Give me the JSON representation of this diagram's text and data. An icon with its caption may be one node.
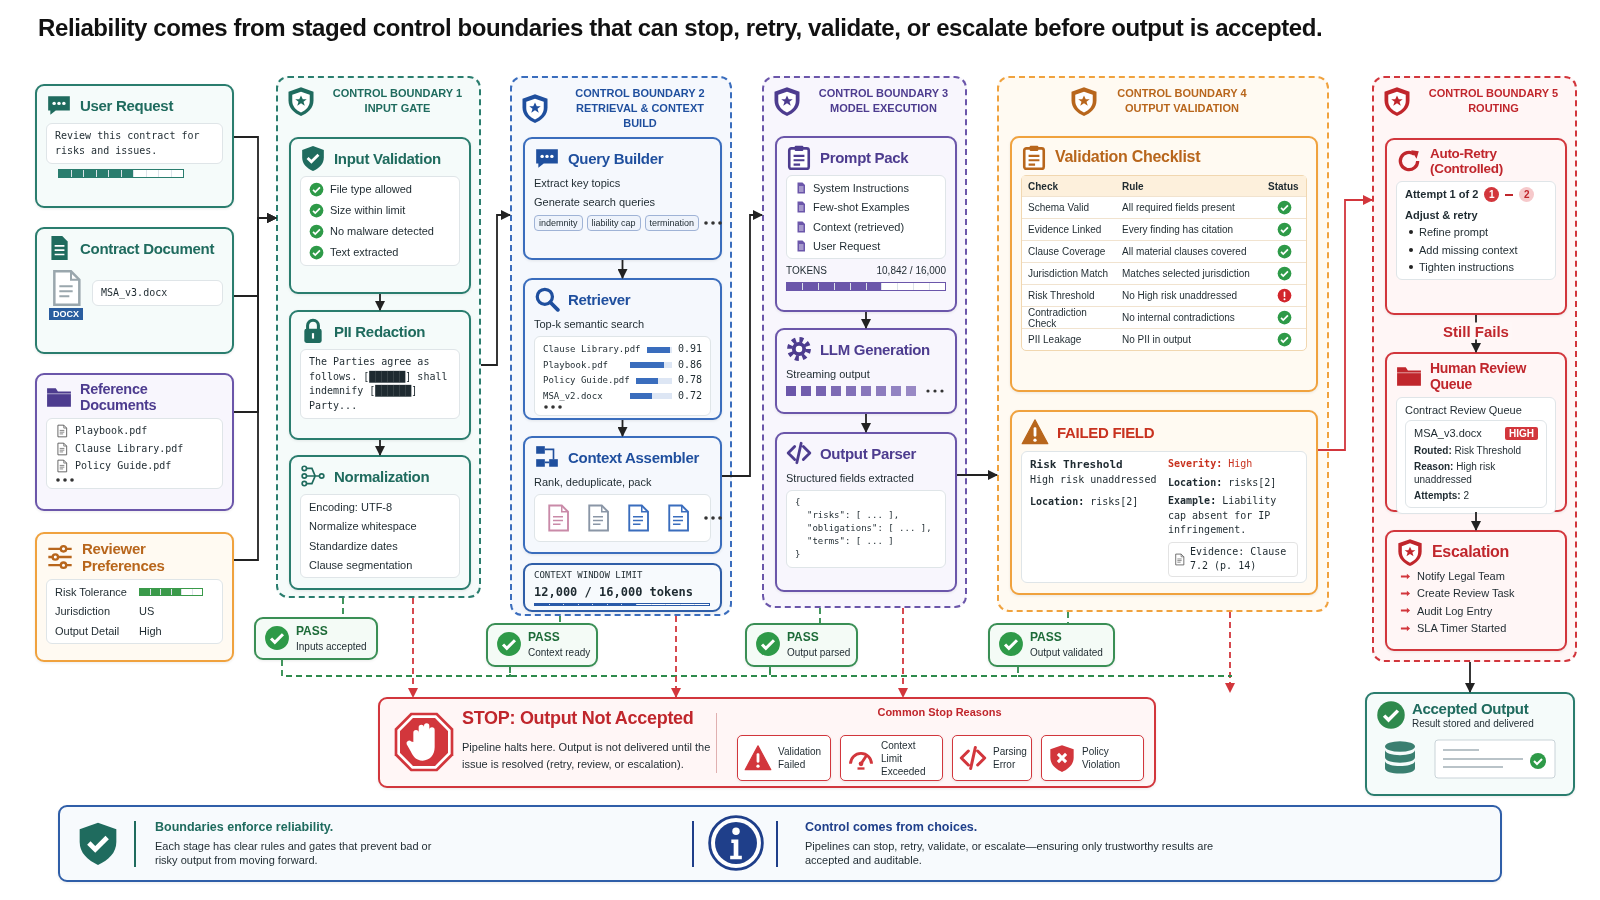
{
  "diagram": {
    "title": "Reliability comes from staged control boundaries that can stop, retry, validate, or escalate before output is accepted.",
    "nodes": [
      {
        "text": [
          "User Request",
          "Review this contract for risks and issues."
        ]
      },
      {
        "text": [
          "Contract Document",
          "DOCX",
          "MSA_v3.docx"
        ]
      },
      {
        "text": [
          "Reference Documents",
          "Playbook.pdf",
          "Clause Library.pdf",
          "Policy Guide.pdf"
        ]
      },
      {
        "text": [
          "Reviewer Preferences",
          "Risk Tolerance",
          "Jurisdiction",
          "US",
          "Output Detail",
          "High"
        ]
      },
      {
        "text": [
          "CONTROL BOUNDARY 1 INPUT GATE"
        ]
      },
      {
        "text": [
          "Input Validation",
          "File type allowed",
          "Size within limit",
          "No malware detected",
          "Text extracted"
        ],
        "in": 4
      },
      {
        "text": [
          "PII Redaction",
          "The Parties agree as follows. [██████] shall indemnify [██████] Party..."
        ],
        "in": 4
      },
      {
        "text": [
          "Normalization",
          "Encoding: UTF-8",
          "Normalize whitespace",
          "Standardize dates",
          "Clause segmentation"
        ],
        "in": 4
      },
      {
        "text": [
          "PASS",
          "Inputs accepted"
        ]
      },
      {
        "text": [
          "CONTROL BOUNDARY 2 RETRIEVAL & CONTEXT BUILD"
        ]
      },
      {
        "text": [
          "Query Builder",
          "Extract key topics",
          "Generate search queries",
          "indemnity",
          "liability cap",
          "termination"
        ],
        "in": 9
      },
      {
        "text": [
          "Retriever",
          "Top-k semantic search",
          "Clause Library.pdf",
          "0.91",
          "Playbook.pdf",
          "0.86",
          "Policy Guide.pdf",
          "0.78",
          "MSA_v2.docx",
          "0.72"
        ],
        "in": 9
      },
      {
        "text": [
          "Context Assembler",
          "Rank, deduplicate, pack"
        ],
        "in": 9
      },
      {
        "text": [
          "CONTEXT WINDOW LIMIT",
          "12,000 / 16,000 tokens"
        ],
        "in": 9
      },
      {
        "text": [
          "PASS",
          "Context ready"
        ]
      },
      {
        "text": [
          "CONTROL BOUNDARY 3 MODEL EXECUTION"
        ]
      },
      {
        "text": [
          "Prompt Pack",
          "System Instructions",
          "Few-shot Examples",
          "Context (retrieved)",
          "User Request",
          "TOKENS",
          "10,842 / 16,000"
        ],
        "in": 15
      },
      {
        "text": [
          "LLM Generation",
          "Streaming output"
        ],
        "in": 15
      },
      {
        "text": [
          "Output Parser",
          "Structured fields extracted",
          "{",
          "\"risks\": [ ... ],",
          "\"obligations\": [ ... ],",
          "\"terms\": [ ... ]",
          "}"
        ],
        "in": 15
      },
      {
        "text": [
          "PASS",
          "Output parsed"
        ]
      },
      {
        "text": [
          "CONTROL BOUNDARY 4 OUTPUT VALIDATION"
        ]
      },
      {
        "text": [
          "Validation Checklist",
          "Check",
          "Rule",
          "Status",
          "Schema Valid",
          "All required fields present",
          "Evidence Linked",
          "Every finding has citation",
          "Clause Coverage",
          "All material clauses covered",
          "Jurisdiction Match",
          "Matches selected jurisdiction",
          "Risk Threshold",
          "No High risk unaddressed",
          "Contradiction Check",
          "No internal contradictions",
          "PII Leakage",
          "No PII in output"
        ],
        "in": 20
      },
      {
        "text": [
          "FAILED FIELD",
          "Risk Threshold",
          "High risk unaddressed",
          "**Location:** risks[2]",
          "**Severity:** High",
          "**Location:** risks[2]",
          "**Example:** Liability cap absent for IP infringement.",
          "Evidence: Clause 7.2 (p. 14)"
        ],
        "in": 20
      },
      {
        "text": [
          "PASS",
          "Output validated"
        ]
      },
      {
        "text": [
          "CONTROL BOUNDARY 5 ROUTING"
        ]
      },
      {
        "text": [
          "Auto-Retry (Controlled)",
          "Attempt 1 of 2",
          "1",
          "2",
          "Adjust & retry",
          "Refine prompt",
          "Add missing context",
          "Tighten instructions"
        ],
        "in": 24
      },
      {
        "text": [
          "Human Review Queue",
          "Contract Review Queue",
          "MSA_v3.docx",
          "HIGH",
          "**Routed:** Risk Threshold",
          "**Reason:** High risk unaddressed",
          "**Attempts:** 2"
        ],
        "in": 24
      },
      {
        "text": [
          "Escalation",
          "Notify Legal Team",
          "Create Review Task",
          "Audit Log Entry",
          "SLA Timer Started"
        ],
        "in": 24
      },
      {
        "text": [
          "Accepted Output",
          "Result stored and delivered"
        ]
      },
      {
        "text": [
          "STOP: Output Not Accepted",
          "Pipeline halts here. Output is not delivered until the issue is resolved (retry, review, or escalation).",
          "Common Stop Reasons"
        ]
      },
      {
        "text": [
          "Validation Failed"
        ],
        "in": 29
      },
      {
        "text": [
          "Context Limit Exceeded"
        ],
        "in": 29
      },
      {
        "text": [
          "Parsing Error"
        ],
        "in": 29
      },
      {
        "text": [
          "Policy Violation"
        ],
        "in": 29
      },
      {
        "text": [
          "Boundaries enforce reliability.",
          "Each stage has clear rules and gates that prevent bad or risky output from moving forward.",
          "Control comes from choices.",
          "Pipelines can stop, retry, validate, or escalate—ensuring only trustworthy results are accepted and auditable."
        ]
      }
    ],
    "edges": [
      {
        "from": 0,
        "to": 4,
        "arrow": "to"
      },
      {
        "from": 1,
        "to": 4,
        "arrow": "to"
      },
      {
        "from": 2,
        "to": 4,
        "arrow": "to"
      },
      {
        "from": 3,
        "to": 4,
        "arrow": "to"
      },
      {
        "from": 5,
        "to": 6,
        "arrow": "to"
      },
      {
        "from": 6,
        "to": 7,
        "arrow": "to"
      },
      {
        "from": 4,
        "to": 9,
        "arrow": "to"
      },
      {
        "from": 10,
        "to": 11,
        "arrow": "to"
      },
      {
        "from": 11,
        "to": 12,
        "arrow": "to"
      },
      {
        "from": 12,
        "to": 15,
        "arrow": "to"
      },
      {
        "from": 16,
        "to": 17,
        "arrow": "to"
      },
      {
        "from": 17,
        "to": 18,
        "arrow": "to"
      },
      {
        "from": 18,
        "to": 20,
        "arrow": "to"
      },
      {
        "from": 22,
        "to": 24,
        "arrow": "to",
        "color": "#d2363c"
      },
      {
        "from": 25,
        "to": 26,
        "arrow": "to",
        "label": "Still Fails"
      },
      {
        "from": 26,
        "to": 27,
        "arrow": "to"
      },
      {
        "from": 24,
        "to": 28,
        "arrow": "to"
      },
      {
        "from": 4,
        "to": 8,
        "arrow": "none",
        "style": "dashed",
        "color": "#2e8a4c"
      },
      {
        "from": 9,
        "to": 14,
        "arrow": "none",
        "style": "dashed",
        "color": "#2e8a4c"
      },
      {
        "from": 15,
        "to": 19,
        "arrow": "none",
        "style": "dashed",
        "color": "#2e8a4c"
      },
      {
        "from": 20,
        "to": 23,
        "arrow": "none",
        "style": "dashed",
        "color": "#2e8a4c"
      },
      {
        "from": 8,
        "to": 14,
        "arrow": "none",
        "style": "dashed",
        "color": "#2e8a4c"
      },
      {
        "from": 14,
        "to": 19,
        "arrow": "none",
        "style": "dashed",
        "color": "#2e8a4c"
      },
      {
        "from": 19,
        "to": 23,
        "arrow": "none",
        "style": "dashed",
        "color": "#2e8a4c"
      },
      {
        "from": 4,
        "to": 29,
        "arrow": "to",
        "style": "dashed",
        "color": "#d2363c"
      },
      {
        "from": 9,
        "to": 29,
        "arrow": "to",
        "style": "dashed",
        "color": "#d2363c"
      },
      {
        "from": 15,
        "to": 29,
        "arrow": "to",
        "style": "dashed",
        "color": "#d2363c"
      },
      {
        "from": 20,
        "to": null,
        "arrow": "to",
        "style": "dashed",
        "color": "#d2363c"
      }
    ]
  }
}
